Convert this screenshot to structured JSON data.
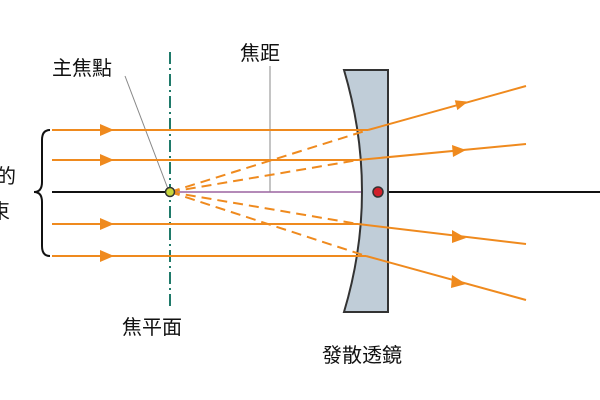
{
  "labels": {
    "principal_focus": "主焦點",
    "focal_length": "焦距",
    "focal_plane": "焦平面",
    "diverging_lens": "發散透鏡",
    "left_clip_top": "的",
    "left_clip_bottom": "束"
  },
  "colors": {
    "ray": "#ef8a1e",
    "axis": "#111111",
    "lens_fill": "#c0cdd8",
    "lens_stroke": "#333333",
    "focal_plane": "#1f7a6a",
    "focal_length_line": "#b48ab8",
    "focus_point": "#c8d63c",
    "lens_center": "#d11f2a"
  }
}
